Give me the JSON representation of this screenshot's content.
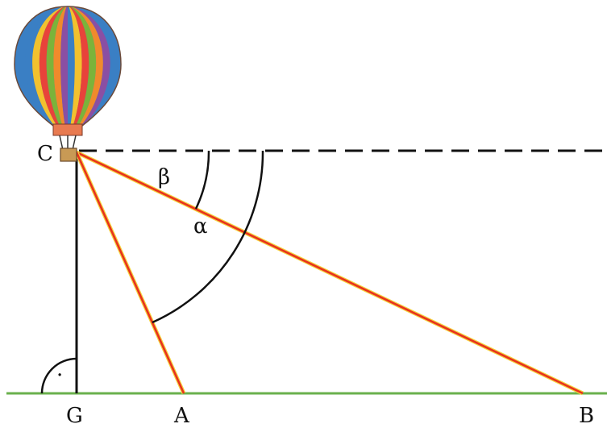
{
  "labels": {
    "c": "C",
    "g": "G",
    "a": "A",
    "b": "B",
    "alpha": "α",
    "beta": "β"
  },
  "right_angle_marker": "·",
  "colors": {
    "sight_lines": "#e8321e",
    "sight_line_outline": "#f5d23c",
    "ground": "#6ab04c",
    "construction_lines": "#111111",
    "basket": "#c89a55"
  },
  "balloon_stripes": [
    "#3a7fc4",
    "#f2c12e",
    "#e8433a",
    "#7bb33a",
    "#f08a2c",
    "#8a4fa3"
  ]
}
